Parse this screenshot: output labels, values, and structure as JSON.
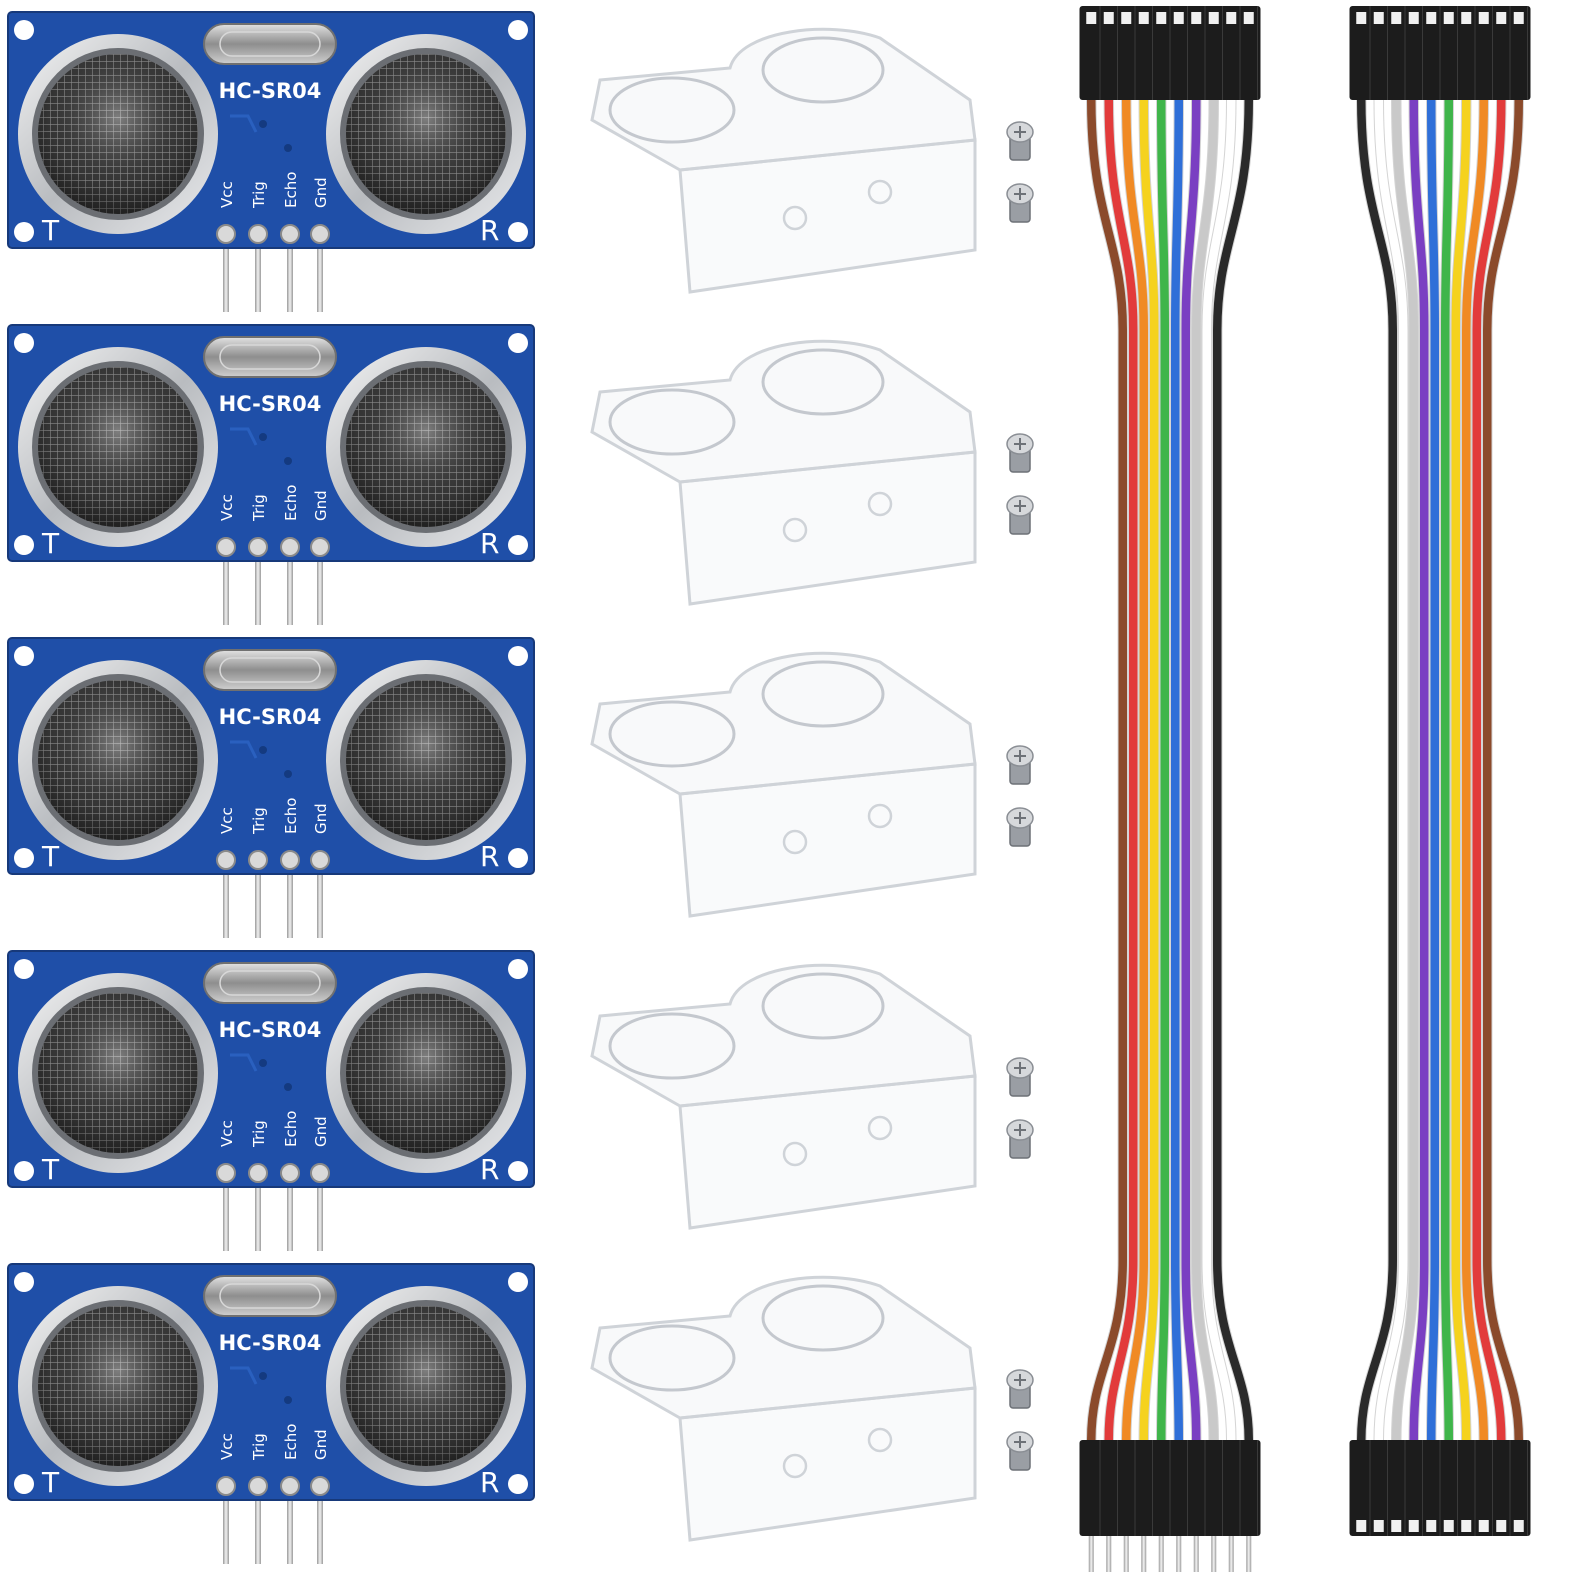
{
  "sensor": {
    "model": "HC-SR04",
    "pin_vcc": "Vcc",
    "pin_trig": "Trig",
    "pin_echo": "Echo",
    "pin_gnd": "Gnd",
    "transmitter_mark": "T",
    "receiver_mark": "R",
    "board_color": "#1f4fa8"
  },
  "kit": {
    "sensor_count": 5,
    "bracket_count": 5,
    "screws_per_bracket": 2,
    "ribbon_cable_count": 2,
    "wires_per_cable": 10
  },
  "wire_colors": [
    "#8b4a2b",
    "#e23b3b",
    "#f08a24",
    "#f5d21e",
    "#3fb54a",
    "#2f6fd8",
    "#7a3fc2",
    "#c9c9c9",
    "#ffffff",
    "#2a2a2a"
  ]
}
